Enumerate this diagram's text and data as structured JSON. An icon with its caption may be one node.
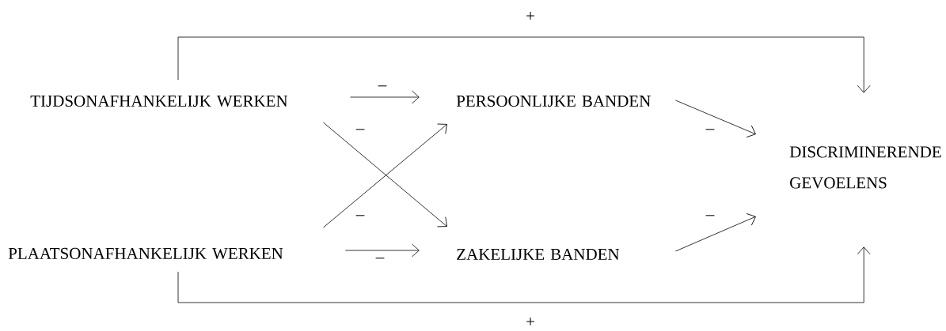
{
  "diagram": {
    "nodes": [
      {
        "text": [
          "TIJDSONAFHANKELIJK WERKEN"
        ]
      },
      {
        "text": [
          "PERSOONLIJKE BANDEN"
        ]
      },
      {
        "text": [
          "DISCRIMINERENDE GEVOELENS"
        ]
      },
      {
        "text": [
          "PLAATSONAFHANKELIJK WERKEN"
        ]
      },
      {
        "text": [
          "ZAKELIJKE BANDEN"
        ]
      }
    ],
    "edges": [
      {
        "from": 0,
        "to": 1,
        "arrow": "to",
        "label": "–"
      },
      {
        "from": 3,
        "to": 4,
        "arrow": "to",
        "label": "–"
      },
      {
        "from": 0,
        "to": 4,
        "arrow": "to",
        "label": "–"
      },
      {
        "from": 3,
        "to": 1,
        "arrow": "to",
        "label": "–"
      },
      {
        "from": 1,
        "to": 2,
        "arrow": "to",
        "label": "–"
      },
      {
        "from": 4,
        "to": 2,
        "arrow": "to",
        "label": "–"
      },
      {
        "from": 0,
        "to": 2,
        "arrow": "to",
        "label": "+"
      },
      {
        "from": 3,
        "to": 2,
        "arrow": "to",
        "label": "+"
      }
    ]
  }
}
